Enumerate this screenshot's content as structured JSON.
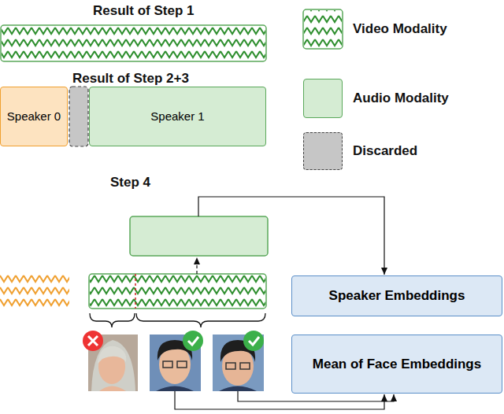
{
  "diagram": {
    "nodes": [
      {
        "text": [
          "Speaker 0"
        ]
      },
      {
        "text": [
          "Speaker 1"
        ]
      },
      {
        "text": [
          "Speaker Embeddings"
        ]
      },
      {
        "text": [
          "Mean of Face Embeddings"
        ]
      }
    ],
    "labels": [
      "Result of Step 1",
      "Result of Step 2+3",
      "Step 4"
    ],
    "legend": [
      {
        "text": "Video Modality"
      },
      {
        "text": "Audio Modality",
        "color": "#d5ecd3"
      },
      {
        "text": "Discarded",
        "color": "#c6c6c6"
      }
    ]
  }
}
